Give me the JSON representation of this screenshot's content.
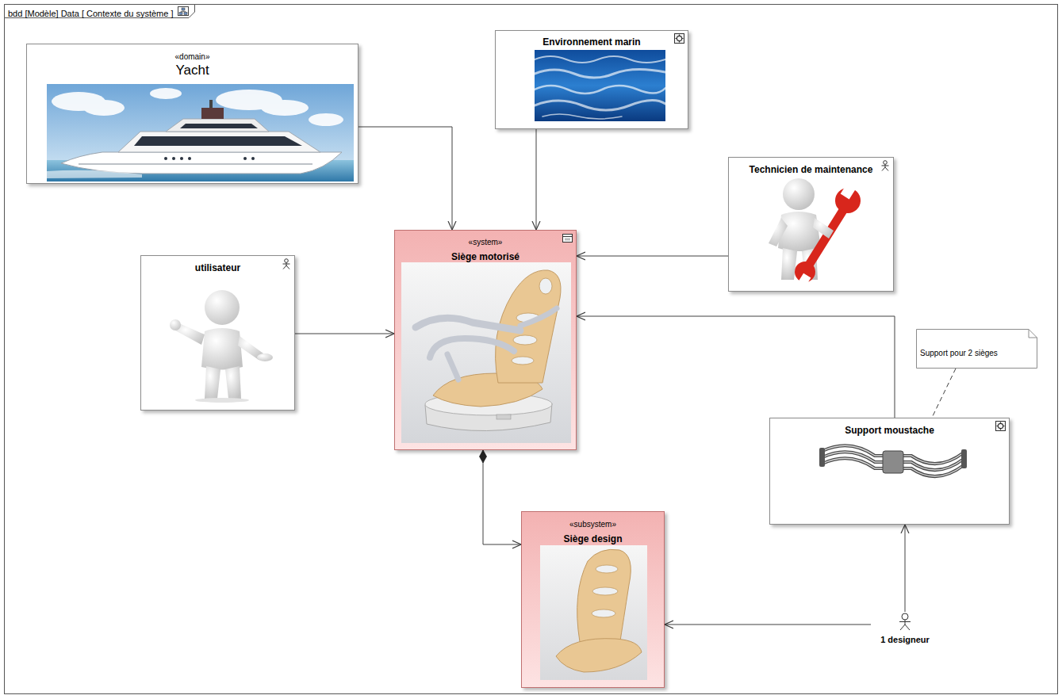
{
  "diagram": {
    "title": "bdd [Modèle] Data [ Contexte du système ]",
    "nodes": [
      {
        "text": [
          "«domain»",
          "Yacht"
        ]
      },
      {
        "text": [
          "Environnement marin"
        ]
      },
      {
        "text": [
          "Technicien de maintenance"
        ]
      },
      {
        "text": [
          "utilisateur"
        ]
      },
      {
        "text": [
          "«system»",
          "Siège motorisé"
        ]
      },
      {
        "text": [
          "Support pour 2 sièges"
        ]
      },
      {
        "text": [
          "Support moustache"
        ]
      },
      {
        "text": [
          "«subsystem»",
          "Siège design"
        ]
      },
      {
        "text": [
          "1 designeur"
        ]
      }
    ],
    "edges": [
      {
        "from": 0,
        "to": 4,
        "arrow": "to"
      },
      {
        "from": 1,
        "to": 4,
        "arrow": "to"
      },
      {
        "from": 2,
        "to": 4,
        "arrow": "to"
      },
      {
        "from": 3,
        "to": 4,
        "arrow": "to"
      },
      {
        "from": 6,
        "to": 4,
        "arrow": "to"
      },
      {
        "from": 4,
        "to": 7,
        "arrow": "to"
      },
      {
        "from": 8,
        "to": 6,
        "arrow": "to"
      },
      {
        "from": 8,
        "to": 7,
        "arrow": "to"
      },
      {
        "from": 5,
        "to": 6,
        "arrow": "none"
      }
    ]
  }
}
